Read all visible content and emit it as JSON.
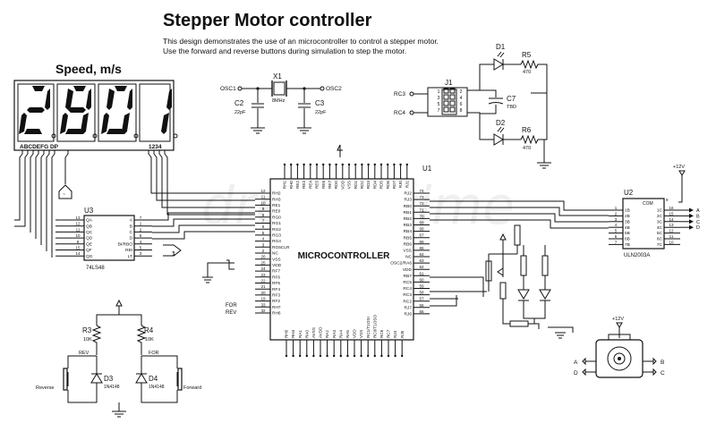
{
  "title": "Stepper Motor controller",
  "description": [
    "This design demonstrates the use of an microcontroller to control a stepper motor.",
    "Use the forward and reverse buttons during simulation to step the motor."
  ],
  "display": {
    "label": "Speed, m/s",
    "digits": [
      "2",
      "8",
      "0",
      "1"
    ],
    "segment_labels": "ABCDEFG  DP",
    "digit_labels": "1234"
  },
  "crystal": {
    "ref": "X1",
    "freq": "8MHz",
    "osc1": "OSC1",
    "osc2": "OSC2",
    "c2": "C2",
    "c2_val": "22pF",
    "c3": "C3",
    "c3_val": "22pF"
  },
  "connector": {
    "ref": "J1",
    "rc3": "RC3",
    "rc4": "RC4",
    "pins_left": [
      "1",
      "3",
      "5",
      "7"
    ],
    "pins_right": [
      "2",
      "4",
      "6",
      "8"
    ],
    "d1": "D1",
    "r5": "R5",
    "r5_val": "470",
    "c7": "C7",
    "c7_val": "TBD",
    "d2": "D2",
    "r6": "R6",
    "r6_val": "470"
  },
  "mcu": {
    "ref": "U1",
    "name": "MICROCONTROLLER",
    "left_pins": [
      {
        "num": "12",
        "name": "RH2"
      },
      {
        "num": "11",
        "name": "RH3"
      },
      {
        "num": "10",
        "name": "RE1"
      },
      {
        "num": "9",
        "name": "RE0"
      },
      {
        "num": "8",
        "name": "RG0"
      },
      {
        "num": "7",
        "name": "RG1"
      },
      {
        "num": "6",
        "name": "RG2"
      },
      {
        "num": "5",
        "name": "RG3"
      },
      {
        "num": "4",
        "name": "RG4"
      },
      {
        "num": "3",
        "name": "RG5CLR"
      },
      {
        "num": "2",
        "name": "NC"
      },
      {
        "num": "26",
        "name": "VSS"
      },
      {
        "num": "25",
        "name": "VDD"
      },
      {
        "num": "24",
        "name": "RF7"
      },
      {
        "num": "23",
        "name": "RF6"
      },
      {
        "num": "22",
        "name": "RF5"
      },
      {
        "num": "21",
        "name": "RF4"
      },
      {
        "num": "20",
        "name": "RF3"
      },
      {
        "num": "19",
        "name": "RF2"
      },
      {
        "num": "33",
        "name": "RH7"
      },
      {
        "num": "32",
        "name": "RH6"
      }
    ],
    "right_pins": [
      {
        "num": "74",
        "name": "RJ2"
      },
      {
        "num": "73",
        "name": "RJ3"
      },
      {
        "num": "72",
        "name": "RB0"
      },
      {
        "num": "71",
        "name": "RB1"
      },
      {
        "num": "70",
        "name": "RB2"
      },
      {
        "num": "69",
        "name": "RB3"
      },
      {
        "num": "68",
        "name": "RB4"
      },
      {
        "num": "67",
        "name": "RB5"
      },
      {
        "num": "66",
        "name": "RB6"
      },
      {
        "num": "65",
        "name": "VSS"
      },
      {
        "num": "64",
        "name": "NC"
      },
      {
        "num": "63",
        "name": "OSC2/RA6"
      },
      {
        "num": "62",
        "name": "VDD"
      },
      {
        "num": "61",
        "name": "RB7"
      },
      {
        "num": "60",
        "name": "RC5"
      },
      {
        "num": "59",
        "name": "RC4"
      },
      {
        "num": "58",
        "name": "RC3"
      },
      {
        "num": "57",
        "name": "RC2"
      },
      {
        "num": "56",
        "name": "RJ7"
      },
      {
        "num": "55",
        "name": "RJ6"
      }
    ],
    "top_pins": [
      "RH1",
      "RH0",
      "RE2",
      "RE3",
      "RE4",
      "RE5",
      "RE6",
      "RE7",
      "RD0",
      "VDD",
      "VSS",
      "RD1",
      "RD2",
      "RD3",
      "RD4",
      "RD5",
      "RD6",
      "RD7",
      "RJ0",
      "RJ1"
    ],
    "bottom_pins": [
      "RH5",
      "RH4",
      "RA1",
      "RA0",
      "AVSS",
      "AVDD",
      "RA2",
      "RA3",
      "RA4",
      "RA5",
      "VDD",
      "VSS",
      "RC1/T1OSI",
      "RC0/T1OSO",
      "RC6",
      "RC7",
      "RJ4",
      "RJ5"
    ],
    "for_label": "FOR",
    "rev_label": "REV"
  },
  "decoder": {
    "ref": "U3",
    "name": "74LS48",
    "inputs": [
      "QA",
      "QB",
      "QC",
      "QD",
      "QE",
      "QF",
      "QG"
    ],
    "outputs": [
      "A",
      "B",
      "C",
      "D",
      "BI/RBO",
      "RBI",
      "LT"
    ],
    "left_nums": [
      "13",
      "12",
      "11",
      "10",
      "9",
      "15",
      "14"
    ],
    "right_nums": [
      "7",
      "1",
      "2",
      "6",
      "4",
      "5",
      "3"
    ],
    "port": "1"
  },
  "driver": {
    "ref": "U2",
    "name": "ULN2003A",
    "com": "COM",
    "inputs": [
      "1B",
      "2B",
      "3B",
      "4B",
      "5B",
      "6B",
      "7B"
    ],
    "outputs": [
      "1C",
      "2C",
      "3C",
      "4C",
      "5C",
      "6C",
      "7C"
    ],
    "in_nums": [
      "1",
      "2",
      "3",
      "4",
      "5",
      "6",
      "7"
    ],
    "out_nums": [
      "16",
      "15",
      "14",
      "13",
      "12",
      "11",
      "10"
    ],
    "com_num": "9",
    "supply": "+12V",
    "motor_outputs": [
      "A",
      "B",
      "C",
      "D"
    ]
  },
  "buttons": {
    "r3": "R3",
    "r3_val": "10K",
    "r4": "R4",
    "r4_val": "10K",
    "d3": "D3",
    "d3_val": "1N4148",
    "d4": "D4",
    "d4_val": "1N4148",
    "rev": "REV",
    "for": "FOR",
    "reverse": "Reverse",
    "forward": "Forward"
  },
  "motor": {
    "supply": "+12V",
    "a": "A",
    "b": "B",
    "c": "C",
    "d": "D"
  },
  "watermark": "dreamstime",
  "colors": {
    "ink": "#111111",
    "paper": "#ffffff"
  }
}
